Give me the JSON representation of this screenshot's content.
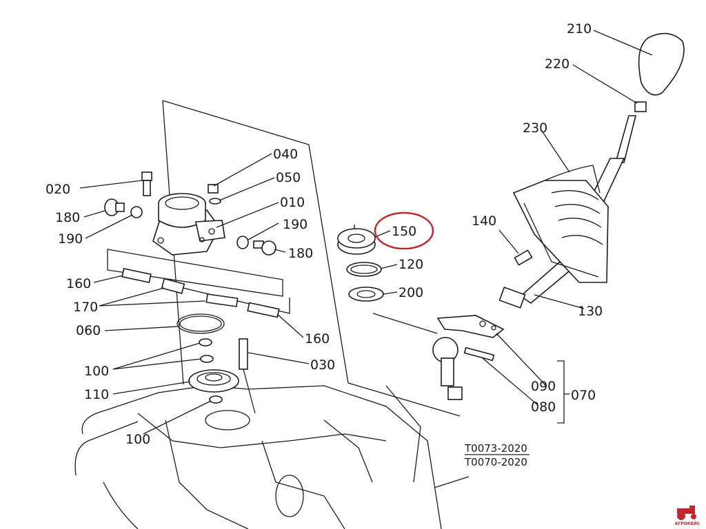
{
  "labels": {
    "p010": "010",
    "p020": "020",
    "p030": "030",
    "p040": "040",
    "p050": "050",
    "p060": "060",
    "p070": "070",
    "p080": "080",
    "p090": "090",
    "p100a": "100",
    "p100b": "100",
    "p110": "110",
    "p120": "120",
    "p130": "130",
    "p140": "140",
    "p150": "150",
    "p160a": "160",
    "p160b": "160",
    "p170": "170",
    "p180a": "180",
    "p180b": "180",
    "p190a": "190",
    "p190b": "190",
    "p200": "200",
    "p210": "210",
    "p220": "220",
    "p230": "230"
  },
  "refs": {
    "ref1": "T0073-2020",
    "ref2": "T0070-2020"
  },
  "highlight": {
    "part": "150",
    "color": "#c0272d"
  },
  "logo": {
    "text": "АГРОКЕЙС",
    "color": "#c0272d"
  }
}
